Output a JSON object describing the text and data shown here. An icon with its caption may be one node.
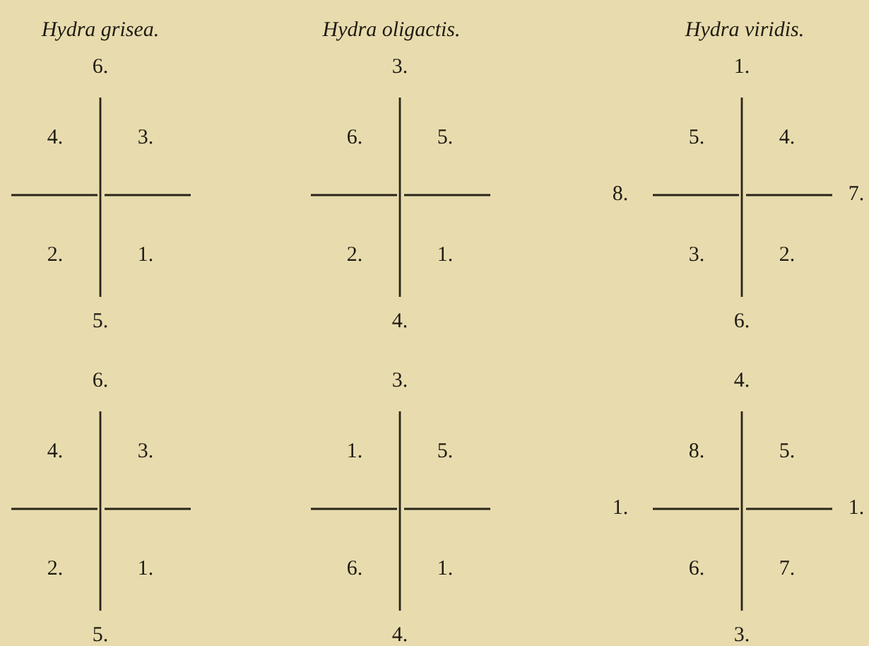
{
  "diagram": {
    "labels": [
      "Hydra grisea.",
      "Hydra oligactis.",
      "Hydra viridis.",
      "6.",
      "4.",
      "3.",
      "2.",
      "1.",
      "5.",
      "3.",
      "6.",
      "5.",
      "2.",
      "1.",
      "4.",
      "1.",
      "5.",
      "4.",
      "8.",
      "7.",
      "3.",
      "2.",
      "6.",
      "6.",
      "4.",
      "3.",
      "2.",
      "1.",
      "5.",
      "3.",
      "1.",
      "5.",
      "6.",
      "1.",
      "4.",
      "4.",
      "8.",
      "5.",
      "1.",
      "1.",
      "6.",
      "7.",
      "3."
    ]
  }
}
